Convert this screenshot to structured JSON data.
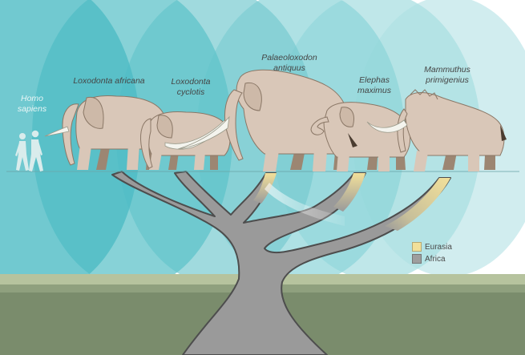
{
  "species": {
    "homo": {
      "line1": "Homo",
      "line2": "sapiens"
    },
    "africana": {
      "line1": "Loxodonta africana"
    },
    "cyclotis": {
      "line1": "Loxodonta",
      "line2": "cyclotis"
    },
    "antiquus": {
      "line1": "Palaeoloxodon",
      "line2": "antiquus"
    },
    "maximus": {
      "line1": "Elephas",
      "line2": "maximus"
    },
    "mammoth": {
      "line1": "Mammuthus",
      "line2": "primigenius"
    }
  },
  "legend": {
    "eurasia": {
      "label": "Eurasia",
      "color": "#f2e09a"
    },
    "africa": {
      "label": "Africa",
      "color": "#9e9e9e"
    }
  },
  "colors": {
    "tree": "#9a9a9a",
    "tree_outline": "#4d4d4d",
    "animal_body": "#d9c7b8",
    "animal_far_legs": "#9c8672",
    "tusk": "#f4f4ee",
    "human": "#d9ecec",
    "ground": "#7a8c6c",
    "ground_top": "#b6c39e",
    "background_teal": "#4fc1c9"
  }
}
